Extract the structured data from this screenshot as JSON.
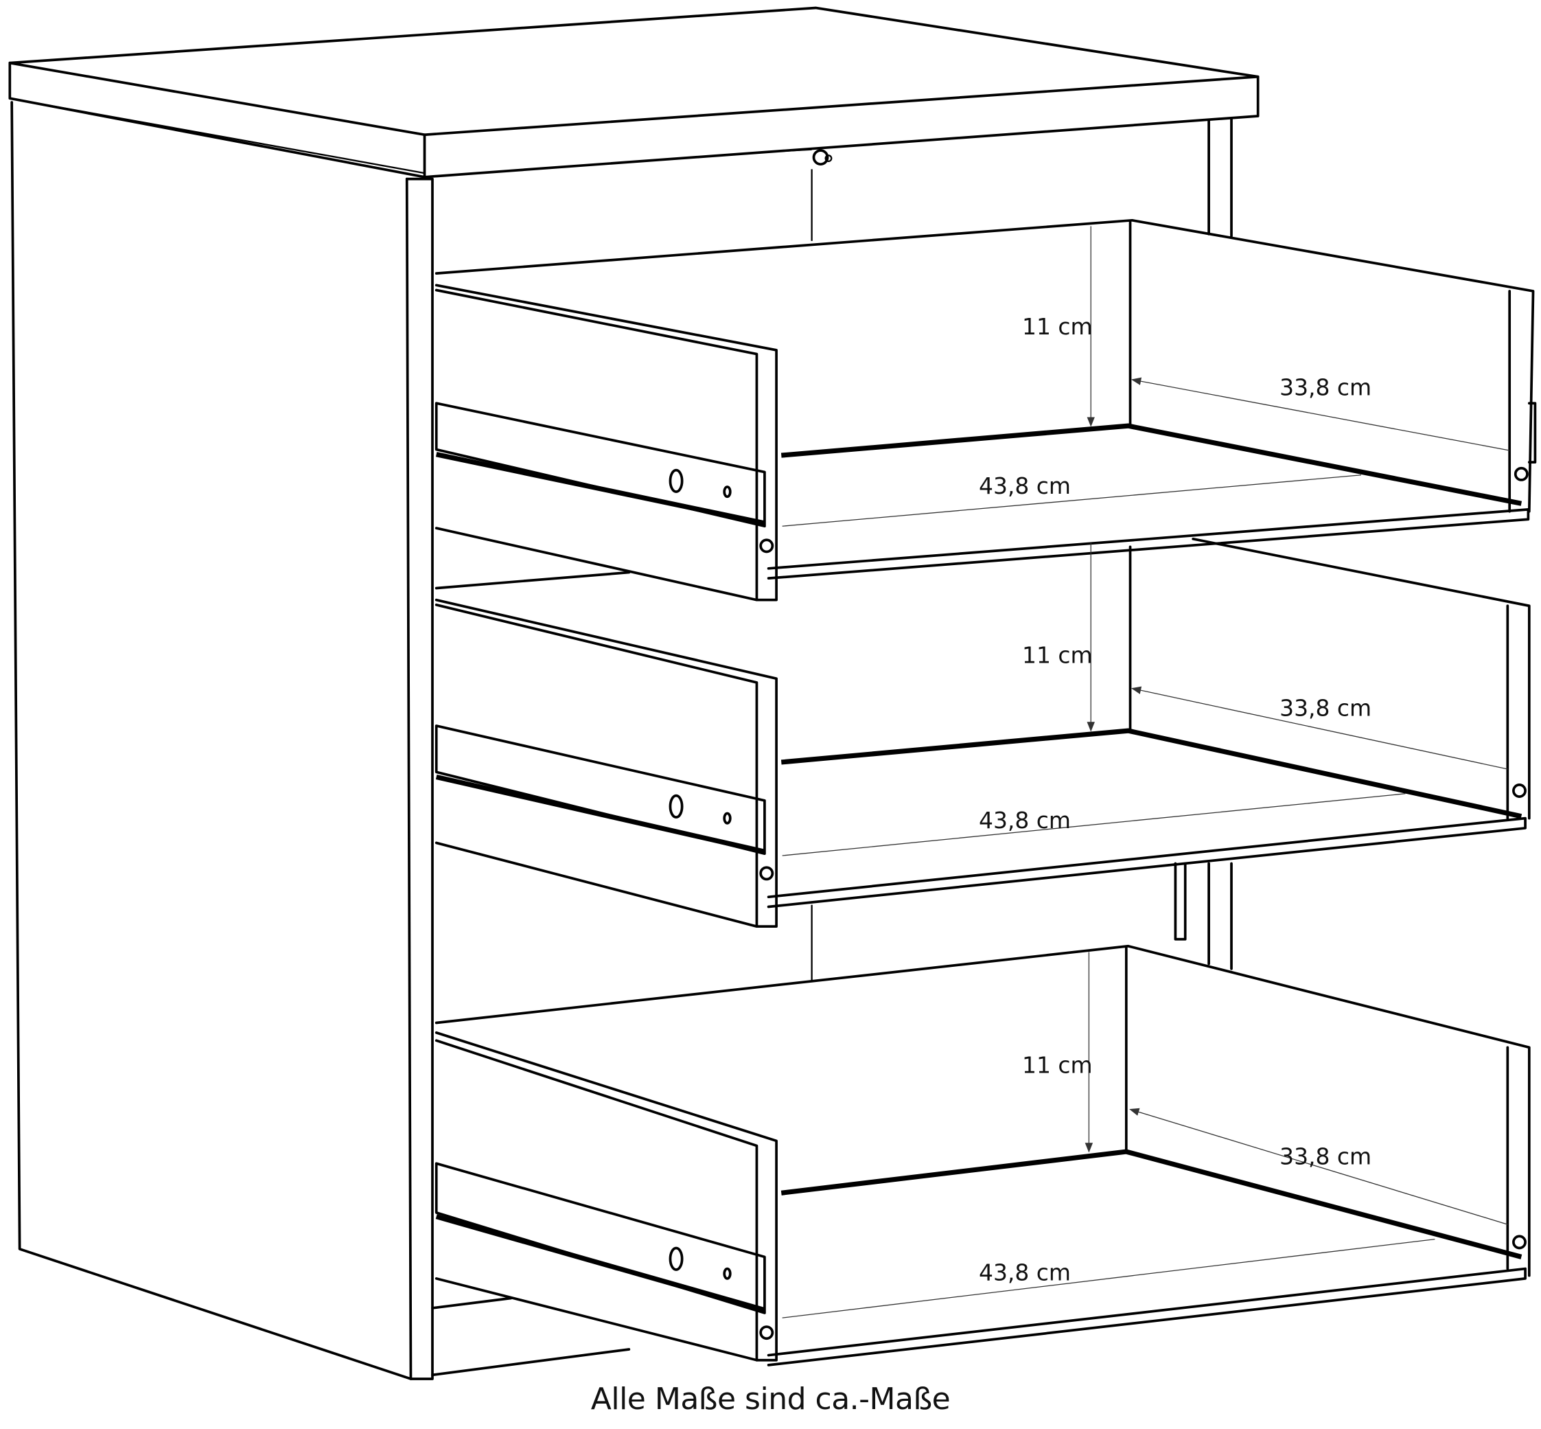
{
  "diagram": {
    "subject": "Kommode mit 3 Schubladen",
    "drawers": [
      {
        "height_label": "11 cm",
        "depth_label": "33,8 cm",
        "width_label": "43,8 cm"
      },
      {
        "height_label": "11 cm",
        "depth_label": "33,8 cm",
        "width_label": "43,8 cm"
      },
      {
        "height_label": "11 cm",
        "depth_label": "33,8 cm",
        "width_label": "43,8 cm"
      }
    ]
  },
  "caption": "Alle Maße sind ca.-Maße"
}
